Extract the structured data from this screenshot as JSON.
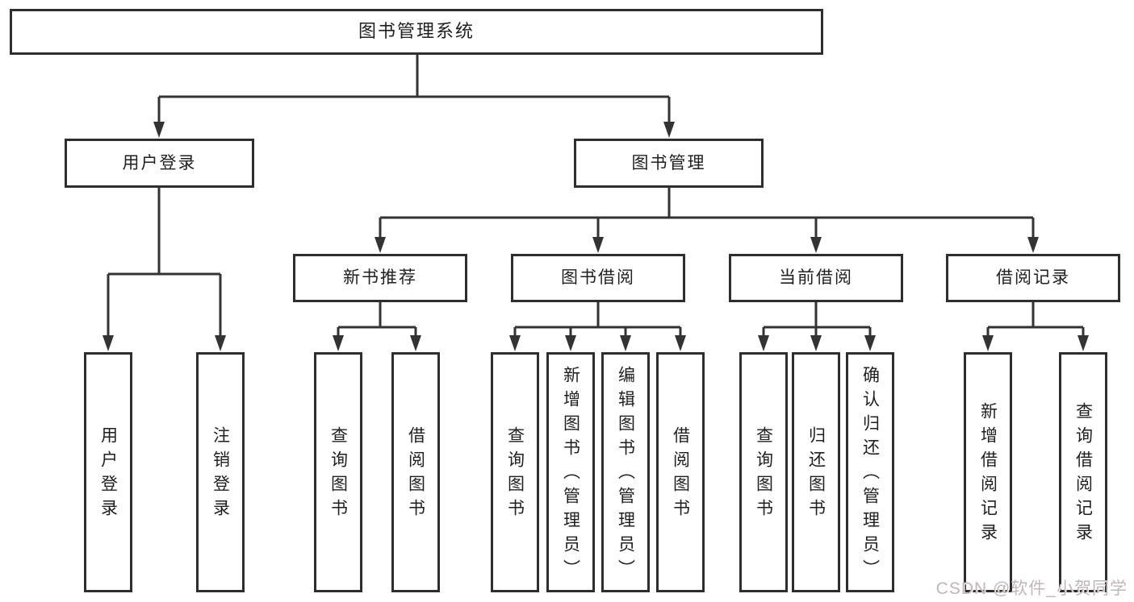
{
  "diagram_title": "图书管理系统",
  "colors": {
    "line": "#333333",
    "box_border": "#2e2e2e",
    "text": "#1f1f1f",
    "background": "#ffffff",
    "watermark": "#c2b6b6"
  },
  "nodes": {
    "root": {
      "label": "图书管理系统"
    },
    "user_login": {
      "label": "用户登录"
    },
    "book_mgmt": {
      "label": "图书管理"
    },
    "new_book_rec": {
      "label": "新书推荐"
    },
    "book_borrow": {
      "label": "图书借阅"
    },
    "current_borrow": {
      "label": "当前借阅"
    },
    "borrow_record": {
      "label": "借阅记录"
    },
    "leaf_user_login": {
      "label": "用户登录"
    },
    "leaf_logout": {
      "label": "注销登录"
    },
    "leaf_rec_query": {
      "label": "查询图书"
    },
    "leaf_rec_borrow": {
      "label": "借阅图书"
    },
    "leaf_bb_query": {
      "label": "查询图书"
    },
    "leaf_bb_add": {
      "label": "新增图书（管理员）"
    },
    "leaf_bb_edit": {
      "label": "编辑图书（管理员）"
    },
    "leaf_bb_borrow": {
      "label": "借阅图书"
    },
    "leaf_cb_query": {
      "label": "查询图书"
    },
    "leaf_cb_return": {
      "label": "归还图书"
    },
    "leaf_cb_confirm": {
      "label": "确认归还（管理员）"
    },
    "leaf_br_add": {
      "label": "新增借阅记录"
    },
    "leaf_br_query": {
      "label": "查询借阅记录"
    }
  },
  "structure": {
    "图书管理系统": {
      "用户登录": [
        "用户登录",
        "注销登录"
      ],
      "图书管理": {
        "新书推荐": [
          "查询图书",
          "借阅图书"
        ],
        "图书借阅": [
          "查询图书",
          "新增图书（管理员）",
          "编辑图书（管理员）",
          "借阅图书"
        ],
        "当前借阅": [
          "查询图书",
          "归还图书",
          "确认归还（管理员）"
        ],
        "借阅记录": [
          "新增借阅记录",
          "查询借阅记录"
        ]
      }
    }
  },
  "watermark": {
    "text": "CSDN @软件_小贺同学"
  }
}
